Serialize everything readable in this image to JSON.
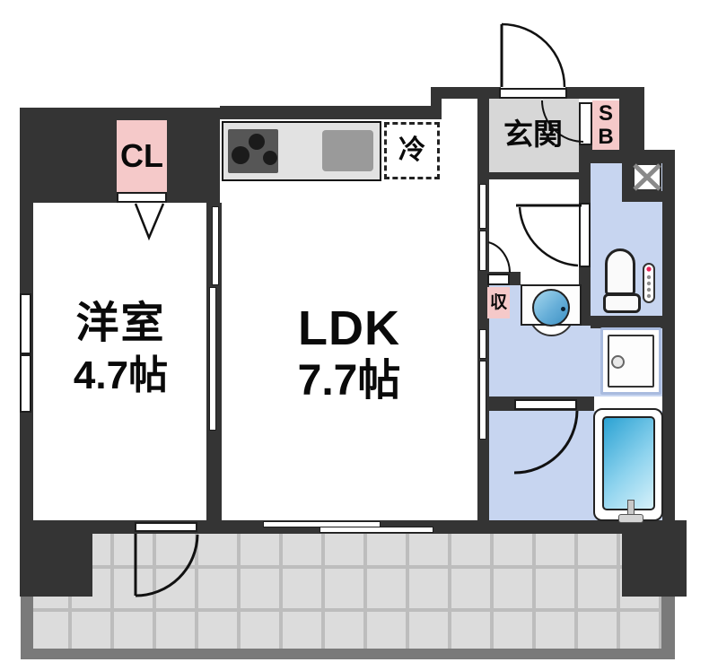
{
  "title": "apartment-floor-plan",
  "rooms": {
    "western_room": {
      "label": "洋室",
      "size": "4.7帖"
    },
    "ldk": {
      "label": "LDK",
      "size": "7.7帖"
    },
    "entrance": {
      "label": "玄関"
    },
    "closet": {
      "label": "CL"
    },
    "shoe_box": {
      "line1": "S",
      "line2": "B"
    },
    "refrigerator": {
      "label": "冷"
    },
    "storage": {
      "label": "収"
    }
  },
  "fixtures": [
    "kitchen-counter with 2-burner stove and sink",
    "entrance swing door",
    "toilet with washlet remote",
    "pipe-space shaft with X mark",
    "wash basin on counter",
    "washing machine pan",
    "bathtub",
    "balcony with tile grid"
  ],
  "colors": {
    "wall": "#343434",
    "floor_pink": "#f5c9c9",
    "floor_gray": "#d7d7d7",
    "wet_blue": "#c7d5f0",
    "tile": "#dcdcdc",
    "tile_line": "#bdbdbd",
    "balcony_frame": "#7a7a7a",
    "counter_gray": "#e2e2e2",
    "stove_gray": "#565656",
    "sink_gray": "#9a9a9a",
    "pan_edge": "#a9bbdf",
    "tub_blue": "#2ba2d3",
    "tub_blue_light": "#d6f1fa",
    "basin_blue": "#66aed8",
    "ps_x": "#8a8a8a",
    "line": "#111111",
    "remote_red": "#e8255a"
  }
}
